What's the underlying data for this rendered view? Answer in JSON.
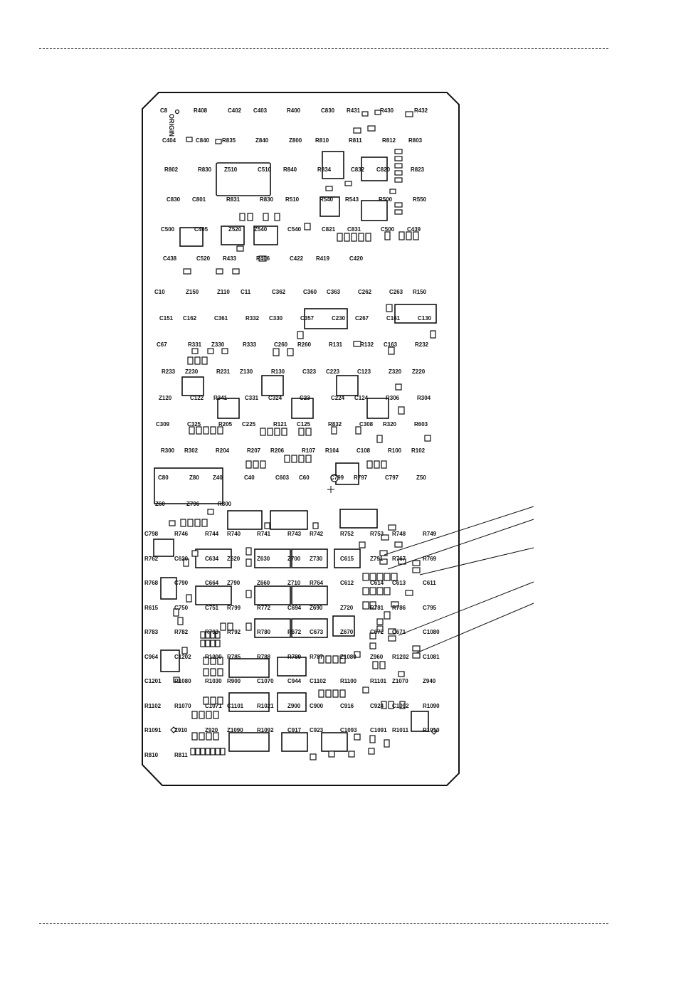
{
  "board": {
    "origin_label": "ORIGIN",
    "top_labels": [
      "C8",
      "R408",
      "C402",
      "C403",
      "R400",
      "C830",
      "R431",
      "R430",
      "R432",
      "C404",
      "C840",
      "R835",
      "Z840",
      "Z800",
      "R810",
      "R811",
      "R812",
      "R803",
      "R802",
      "R830",
      "Z510",
      "C510",
      "R840",
      "R834",
      "C832",
      "C820",
      "R823",
      "C830",
      "C801",
      "R831",
      "R830",
      "R510",
      "R540",
      "R543",
      "R500",
      "R550",
      "C500",
      "C405",
      "Z520",
      "Z540",
      "C540",
      "C821",
      "C831",
      "C500",
      "C439",
      "C438",
      "C520",
      "R433",
      "R406",
      "C422",
      "R419",
      "C420"
    ],
    "mid_labels": [
      "C10",
      "Z150",
      "Z110",
      "C11",
      "C362",
      "C360",
      "C363",
      "C262",
      "C263",
      "R150",
      "C151",
      "C162",
      "C361",
      "R332",
      "C330",
      "C357",
      "C230",
      "C267",
      "C161",
      "C130",
      "C67",
      "R331",
      "Z330",
      "R333",
      "C260",
      "R260",
      "R131",
      "R132",
      "C163",
      "R232",
      "R233",
      "Z230",
      "R231",
      "Z130",
      "R130",
      "C323",
      "C223",
      "C123",
      "Z320",
      "Z220",
      "Z120",
      "C122",
      "R341",
      "C331",
      "C324",
      "C23",
      "C224",
      "C124",
      "R306",
      "R304",
      "C309",
      "C325",
      "R205",
      "C225",
      "R121",
      "C125",
      "R832",
      "C308",
      "R320",
      "R603",
      "R300",
      "R302",
      "R204",
      "R207",
      "R206",
      "R107",
      "R104",
      "C108",
      "R100",
      "R102",
      "C80",
      "Z80",
      "Z40",
      "C40",
      "C603",
      "C60",
      "C799",
      "R797",
      "C797",
      "Z50",
      "Z60",
      "Z796",
      "R800"
    ],
    "lower_labels": [
      "C798",
      "R746",
      "R744",
      "R740",
      "R741",
      "R743",
      "R742",
      "R752",
      "R753",
      "R748",
      "R749",
      "R762",
      "C620",
      "C634",
      "Z620",
      "Z630",
      "Z700",
      "Z730",
      "C615",
      "Z791",
      "R767",
      "R769",
      "R768",
      "C790",
      "C664",
      "Z790",
      "Z660",
      "Z710",
      "R764",
      "C612",
      "C614",
      "C613",
      "C611",
      "R615",
      "C750",
      "C751",
      "R799",
      "R772",
      "C694",
      "Z690",
      "Z720",
      "R781",
      "R786",
      "C795",
      "R783",
      "R782",
      "R793",
      "R792",
      "R780",
      "R672",
      "C673",
      "Z670",
      "C672",
      "C671",
      "C1080",
      "C964",
      "C1202",
      "R1200",
      "R785",
      "R788",
      "R789",
      "R787",
      "Z1080",
      "Z960",
      "R1202",
      "C1081",
      "C1201",
      "R1080",
      "R1030",
      "R900",
      "C1070",
      "C944",
      "C1102",
      "R1100",
      "R1101",
      "Z1070",
      "Z940",
      "R1102",
      "R1070",
      "C1071",
      "C1101",
      "R1021",
      "Z900",
      "C900",
      "C916",
      "C924",
      "C1092",
      "R1090",
      "R1091",
      "Z910",
      "Z920",
      "Z1090",
      "R1092",
      "C917",
      "C923",
      "C1093",
      "C1091",
      "R1011",
      "R1010",
      "R810",
      "R811"
    ]
  }
}
